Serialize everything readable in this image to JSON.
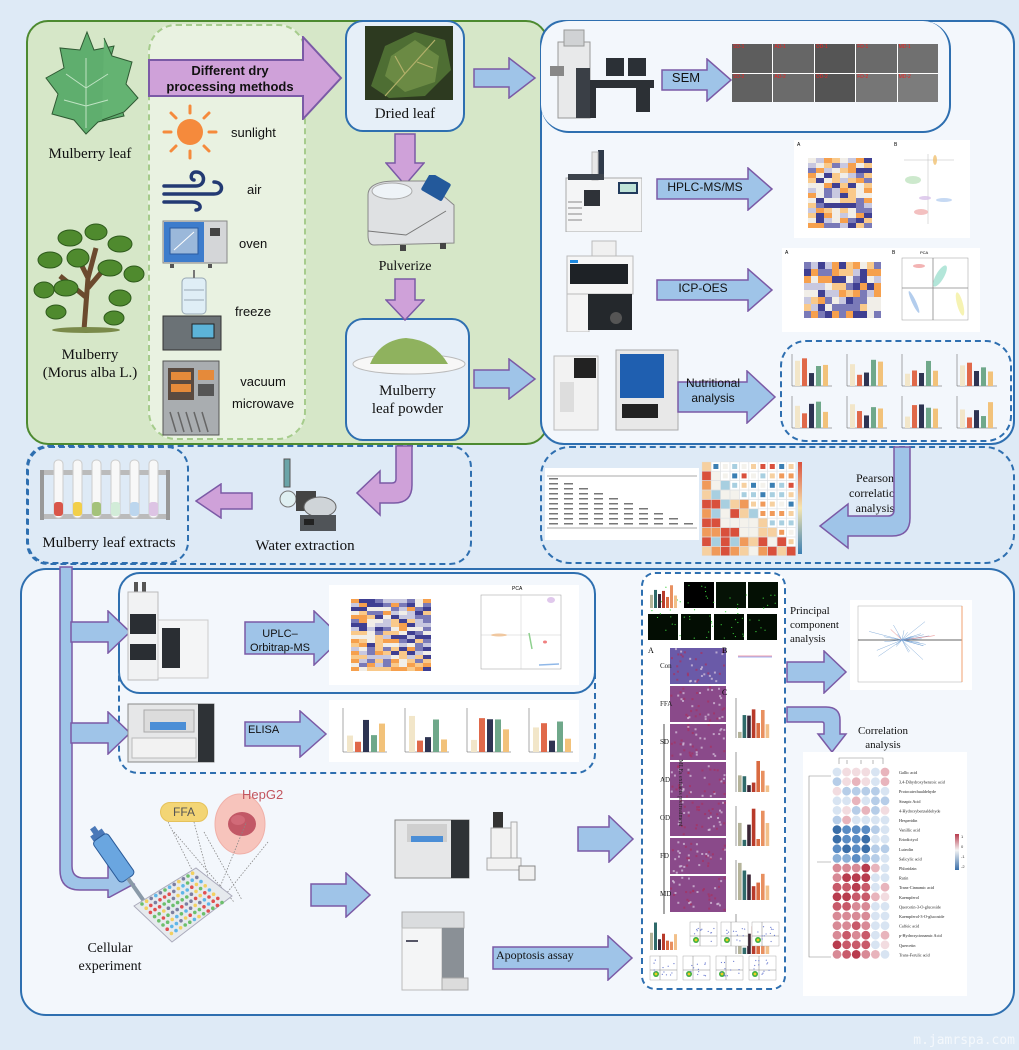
{
  "colors": {
    "background": "#deeaf6",
    "green_panel": "#d6e7c8",
    "green_border": "#4d8a30",
    "blue_border": "#2e6fb0",
    "purple_arrow": "#cfa1d9",
    "purple_arrow_border": "#7b5aa6",
    "blue_arrow": "#9fc4e8",
    "panel_light": "#f3f7fc"
  },
  "preparation": {
    "mulberry_leaf_label": "Mulberry leaf",
    "mulberry_tree_label_line1": "Mulberry",
    "mulberry_tree_label_line2": "(Morus alba L.)",
    "methods_arrow_line1": "Different dry",
    "methods_arrow_line2": "processing methods",
    "methods": [
      {
        "icon": "sun-icon",
        "label": "sunlight"
      },
      {
        "icon": "wind-icon",
        "label": "air"
      },
      {
        "icon": "oven-icon",
        "label": "oven"
      },
      {
        "icon": "freeze-dryer-icon",
        "label": "freeze"
      },
      {
        "icon": "microwave-dryer-icon",
        "label_line1": "vacuum",
        "label_line2": "microwave"
      }
    ],
    "dried_leaf_label": "Dried leaf",
    "pulverize_label": "Pulverize",
    "powder_label_line1": "Mulberry",
    "powder_label_line2": "leaf powder"
  },
  "analysis": {
    "sem_label": "SEM",
    "sem_samples_row1": [
      "SD-1",
      "AD-1",
      "OD-1",
      "FD-1",
      "MD-1"
    ],
    "sem_samples_row2": [
      "SD-2",
      "AD-2",
      "OD-2",
      "FD-2",
      "MD-2"
    ],
    "hplc_label": "HPLC-MS/MS",
    "icp_label": "ICP-OES",
    "nutritional_label_line1": "Nutritional",
    "nutritional_label_line2": "analysis",
    "panel_letters": [
      "A",
      "B"
    ],
    "pca_title": "PCA"
  },
  "pearson": {
    "label_line1": "Pearson",
    "label_line2": "correlation",
    "label_line3": "analysis"
  },
  "extraction": {
    "extracts_label": "Mulberry leaf extracts",
    "water_extraction_label": "Water extraction",
    "tube_colors": [
      "#d9564a",
      "#f2cf4a",
      "#a4c27a",
      "#d2ecd8",
      "#bcd6ee",
      "#ddc4e4"
    ]
  },
  "bioactivity": {
    "uplc_label_line1": "UPLC–",
    "uplc_label_line2": "Orbitrap-MS",
    "elisa_label": "ELISA",
    "ffa_label": "FFA",
    "hepg2_label": "HepG2",
    "cellular_label_line1": "Cellular",
    "cellular_label_line2": "experiment",
    "apoptosis_label": "Apoptosis assay",
    "pca_title": "PCA",
    "histology_groups": [
      "Con",
      "FFA",
      "SD",
      "AD",
      "OD",
      "FD",
      "MD"
    ],
    "histology_group_axis": "MLEs extracts pretreatment",
    "panel_letters": [
      "A",
      "B",
      "C",
      "D"
    ],
    "principal_label_line1": "Principal",
    "principal_label_line2": "component",
    "principal_label_line3": "analysis",
    "correlation_label_line1": "Correlation",
    "correlation_label_line2": "analysis",
    "correlation_compounds": [
      "Gallic acid",
      "3,4-Dihydroxybenzoic acid",
      "Protocatechualdehyde",
      "Sinapic Acid",
      "4-Hydroxybenzaldehyde",
      "Hesperidin",
      "Vanillic acid",
      "Eriodictyol",
      "Luteolin",
      "Salicylic acid",
      "Phloridzin",
      "Rutin",
      "Trans-Cinnamic acid",
      "Kaempferol",
      "Quercetin-3-O-glucoside",
      "Kaempferol-3-O-glucoside",
      "Caffeic acid",
      "p-Hydroxycinnamic Acid",
      "Quercetin",
      "Trans-Ferulic acid"
    ],
    "correlation_scale": [
      "1",
      "0",
      "-1",
      "-2"
    ]
  },
  "watermark": "m.jamrspa.com"
}
